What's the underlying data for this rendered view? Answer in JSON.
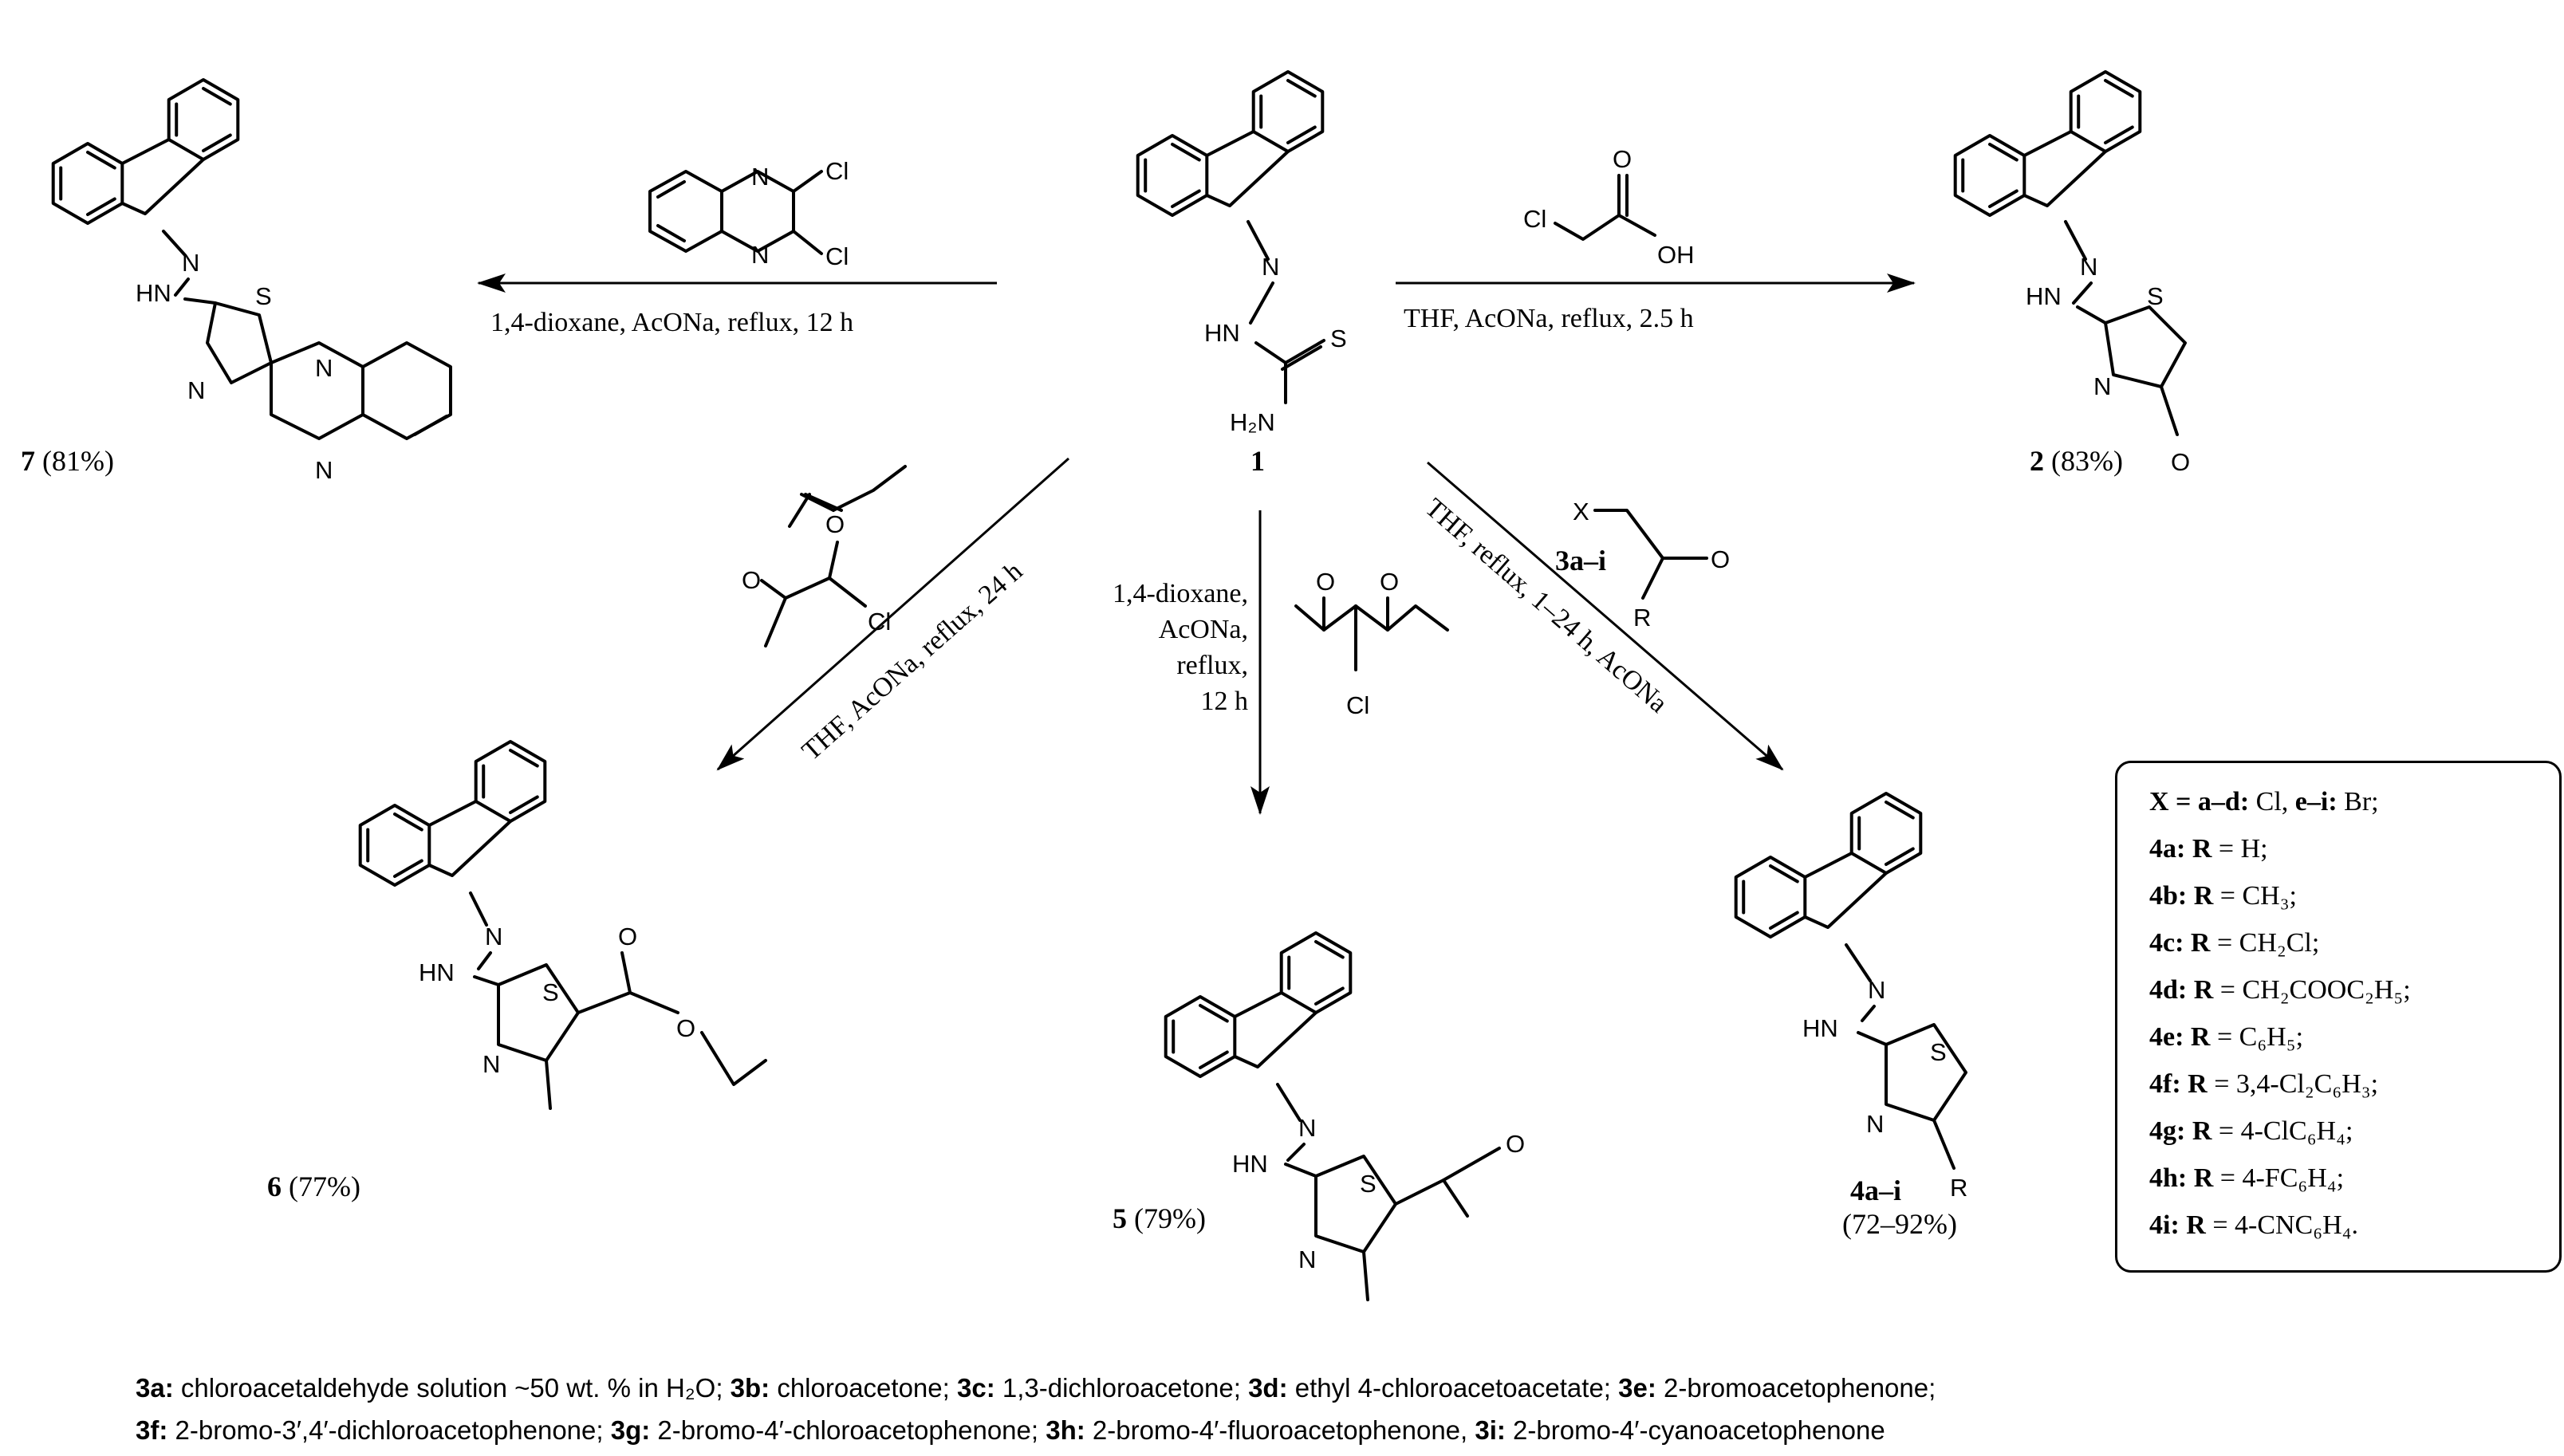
{
  "compounds": {
    "c1": {
      "num": "1",
      "yield": ""
    },
    "c2": {
      "num": "2",
      "yield": "(83%)"
    },
    "c4": {
      "num": "4a–i",
      "yield": "(72–92%)"
    },
    "c5": {
      "num": "5",
      "yield": "(79%)"
    },
    "c6": {
      "num": "6",
      "yield": "(77%)"
    },
    "c7": {
      "num": "7",
      "yield": "(81%)"
    },
    "c3": {
      "num": "3a–i"
    }
  },
  "conditions": {
    "to7": "1,4-dioxane, AcONa,  reflux, 12 h",
    "to2": "THF, AcONa, reflux, 2.5 h",
    "to6": "THF, AcONa, reflux, 24 h",
    "to4": "THF, reflux, 1–24 h, AcONa",
    "to5": [
      "1,4-dioxane,",
      "AcONa,",
      "reflux,",
      "12 h"
    ]
  },
  "atoms": {
    "N": "N",
    "HN": "HN",
    "S": "S",
    "H2N": "H₂N",
    "Cl": "Cl",
    "O": "O",
    "OH": "OH",
    "X": "X",
    "R": "R"
  },
  "legend": [
    {
      "label": "X = a–d:",
      "text": " Cl, ",
      "label2": "e–i:",
      "text2": " Br;"
    },
    {
      "label": "4a: R",
      "text": " = H;"
    },
    {
      "label": "4b: R",
      "text": " = CH₃;"
    },
    {
      "label": "4c: R",
      "text": " = CH₂Cl;"
    },
    {
      "label": "4d: R",
      "text": " = CH₂COOC₂H₅;"
    },
    {
      "label": "4e: R",
      "text": " = C₆H₅;"
    },
    {
      "label": "4f: R",
      "text": " = 3,4-Cl₂C₆H₃;"
    },
    {
      "label": "4g: R",
      "text": " = 4-ClC₆H₄;"
    },
    {
      "label": "4h: R",
      "text": " = 4-FC₆H₄;"
    },
    {
      "label": "4i: R",
      "text": " = 4-CNC₆H₄."
    }
  ],
  "footnote": [
    [
      {
        "b": "3a:",
        "t": " chloroacetaldehyde solution ~50 wt. % in H₂O; "
      },
      {
        "b": "3b:",
        "t": " chloroacetone; "
      },
      {
        "b": "3c:",
        "t": " 1,3-dichloroacetone; "
      },
      {
        "b": "3d:",
        "t": " ethyl 4-chloroacetoacetate; "
      },
      {
        "b": "3e:",
        "t": " 2-bromoacetophenone;"
      }
    ],
    [
      {
        "b": "3f:",
        "t": " 2-bromo-3′,4′-dichloroacetophenone; "
      },
      {
        "b": "3g:",
        "t": " 2-bromo-4′-chloroacetophenone; "
      },
      {
        "b": "3h:",
        "t": " 2-bromo-4′-fluoroacetophenone, "
      },
      {
        "b": "3i:",
        "t": " 2-bromo-4′-cyanoacetophenone"
      }
    ]
  ]
}
